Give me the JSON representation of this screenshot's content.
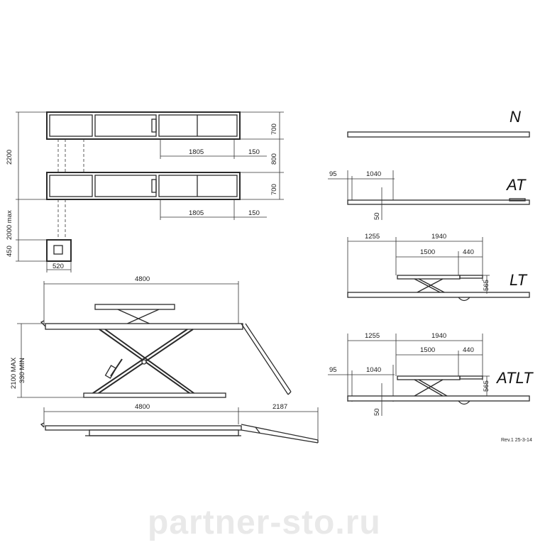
{
  "dimensions": {
    "top_width": "2200",
    "platform_a_height": "700",
    "gap_height": "800",
    "platform_b_height": "700",
    "platform_a_len": "1805",
    "platform_a_end": "150",
    "platform_b_len": "1805",
    "platform_b_end": "150",
    "hose_len": "2000 max",
    "console_h": "450",
    "console_w": "520",
    "side_len": "4800",
    "height_range": "2100 MAX\n330 MIN",
    "height_max": "2100 MAX",
    "height_min": "330 MIN",
    "bottom_len": "4800",
    "ramp_len": "2187"
  },
  "variants": {
    "n_label": "N",
    "at_label": "AT",
    "at_left": "95",
    "at_ext": "1040",
    "at_h": "50",
    "lt_label": "LT",
    "lt_left": "1255",
    "lt_total": "1940",
    "lt_plat": "1500",
    "lt_ext": "440",
    "lt_h": "565",
    "atlt_label": "ATLT",
    "atlt_left": "1255",
    "atlt_total": "1940",
    "atlt_plat": "1500",
    "atlt_ext": "440",
    "atlt_left2": "95",
    "atlt_ext2": "1040",
    "atlt_h": "565",
    "atlt_h2": "50"
  },
  "revision": "Rev.1 25-3-14",
  "watermark": "partner-sto.ru"
}
